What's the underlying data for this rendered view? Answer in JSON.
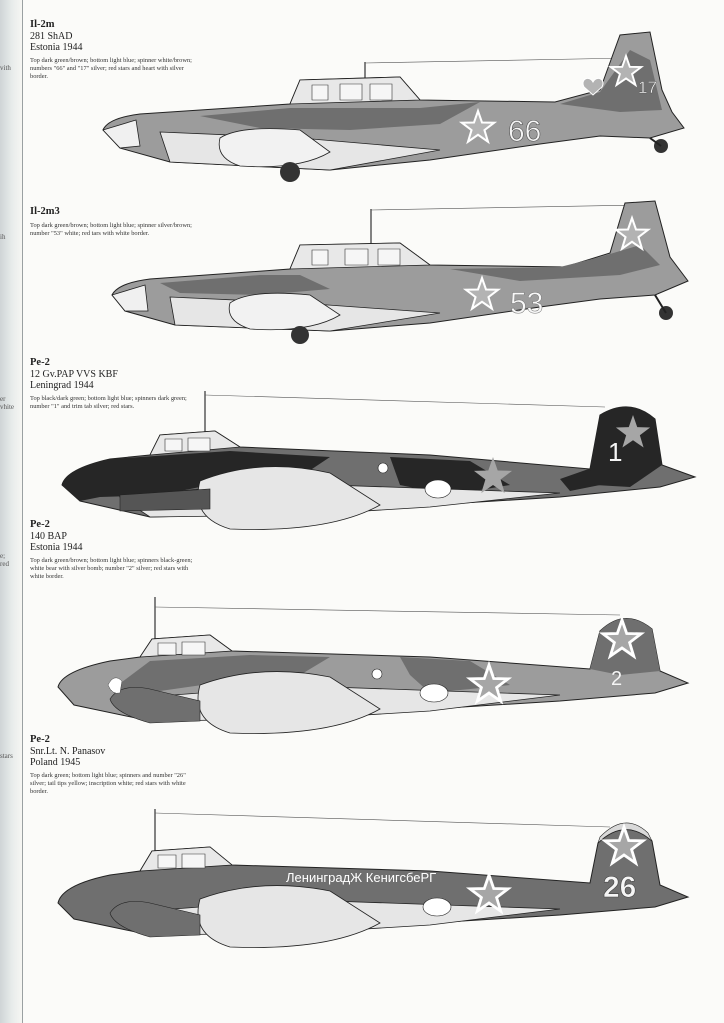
{
  "page": {
    "gutter_fragments": [
      "vith",
      "ih",
      "er",
      "vhite",
      "e;",
      "red",
      "stars"
    ]
  },
  "aircraft": [
    {
      "type": "Il-2m",
      "unit": "281 ShAD",
      "place": "Estonia 1944",
      "description": "Top dark green/brown; bottom light blue; spinner white/brown; numbers \"66\" and \"17\" silver; red stars and heart with silver border.",
      "fuselage_number": "66",
      "tail_number": "17"
    },
    {
      "type": "Il-2m3",
      "unit": "",
      "place": "",
      "description": "Top dark green/brown; bottom light blue; spinner silver/brown; number \"53\" white; red tars with white border.",
      "fuselage_number": "53"
    },
    {
      "type": "Pe-2",
      "unit": "12 Gv.PAP VVS KBF",
      "place": "Leningrad 1944",
      "description": "Top black/dark green; bottom light blue; spinners dark green; number \"1\" and trim tab silver; red stars.",
      "tail_number": "1"
    },
    {
      "type": "Pe-2",
      "unit": "140 BAP",
      "place": "Estonia 1944",
      "description": "Top dark green/brown; bottom light blue; spinners black-green; white bear with silver bomb; number \"2\" silver; red stars with white border.",
      "tail_number": "2"
    },
    {
      "type": "Pe-2",
      "unit": "Snr.Lt. N. Panasov",
      "place": "Poland 1945",
      "description": "Top dark green; bottom light blue; spinners and number \"26\" silver; tail tips yellow; inscription white; red stars with white border.",
      "tail_number": "26",
      "inscription": "ЛенинградЖ КенигсбеРГ"
    }
  ],
  "colors": {
    "dark_green": "#6f6f6f",
    "brown": "#9c9c9c",
    "light_blue": "#e6e6e6",
    "black": "#262626",
    "silver": "#f5f5f5"
  }
}
